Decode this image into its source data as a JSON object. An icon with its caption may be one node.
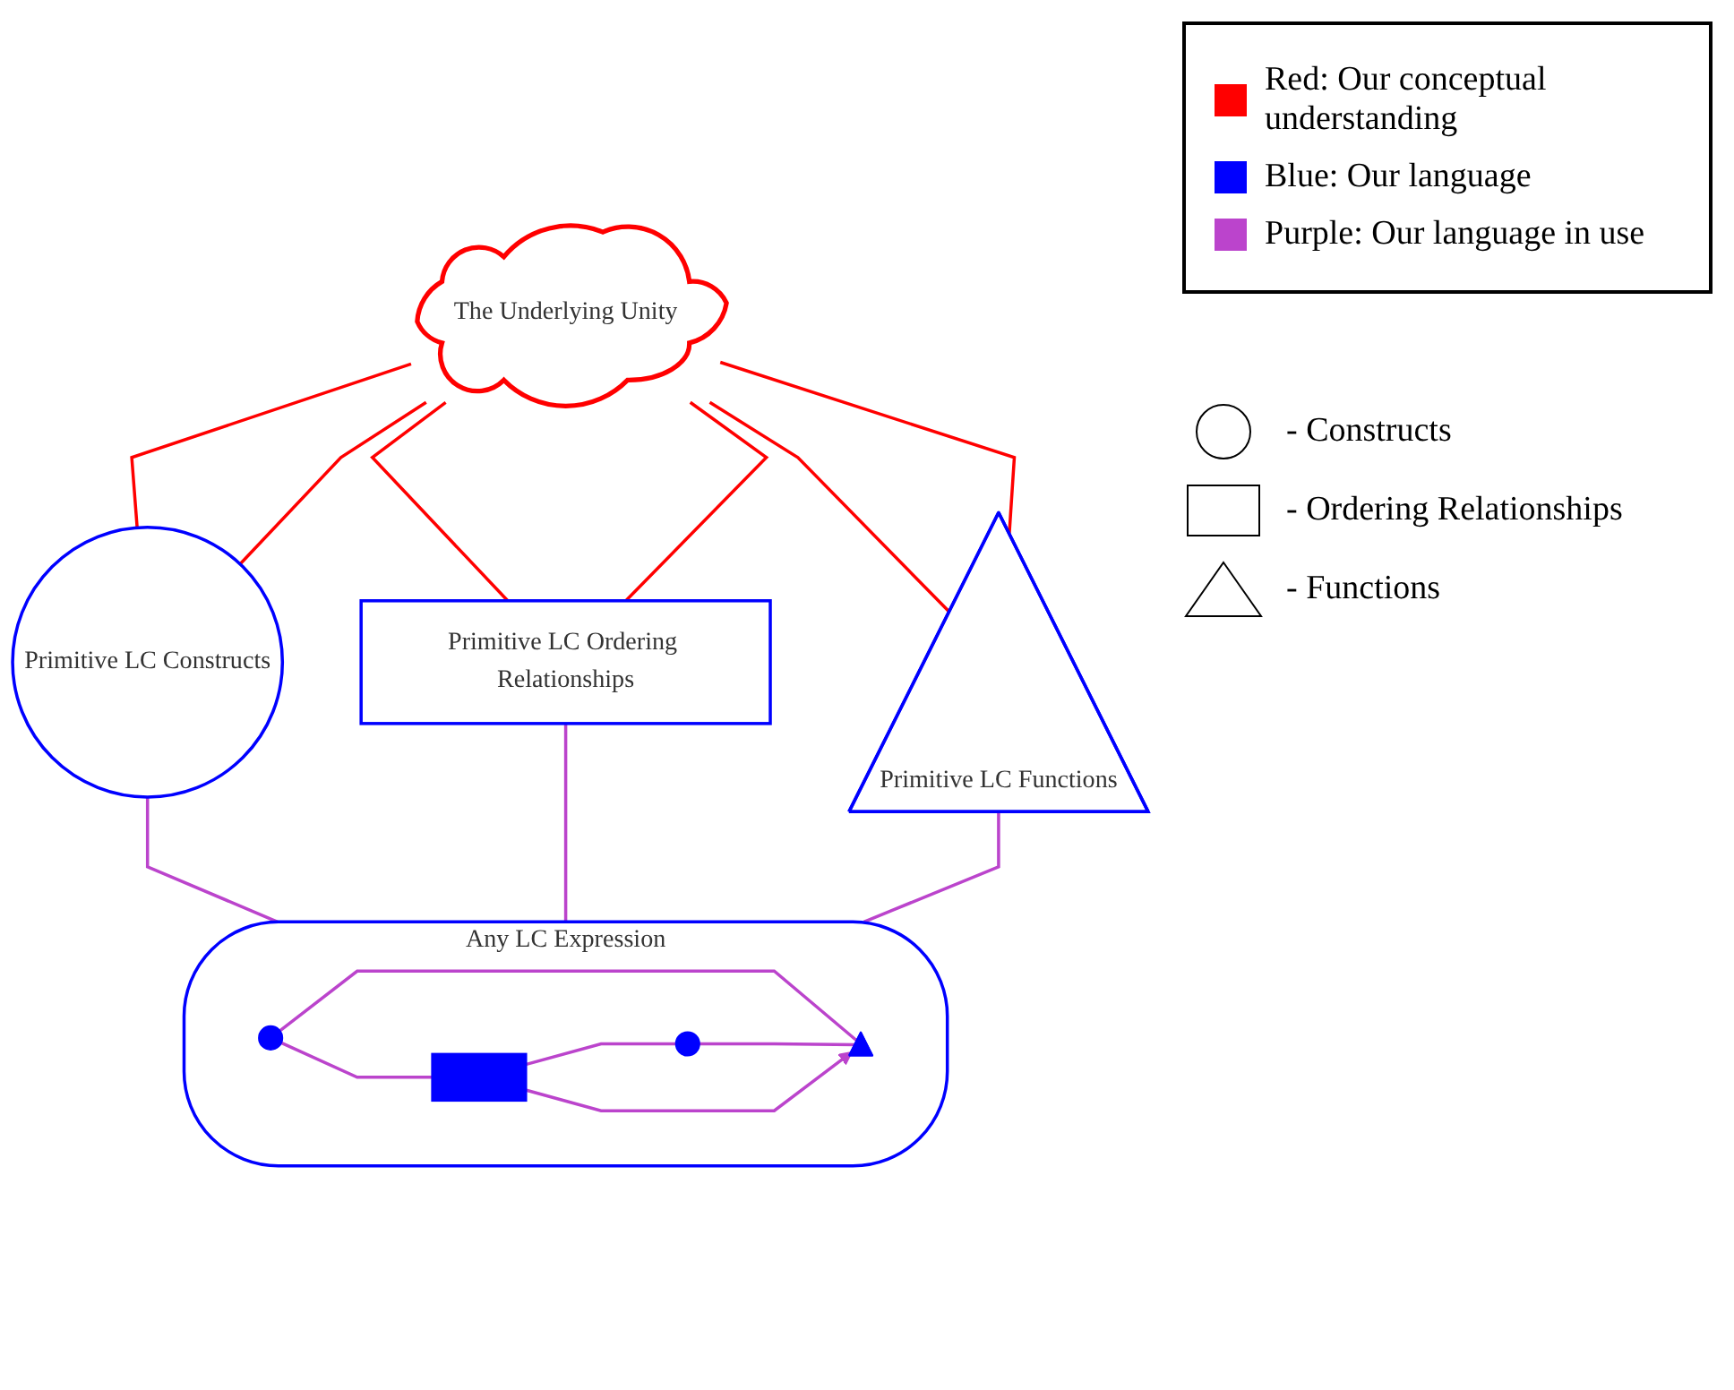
{
  "diagram": {
    "nodes": [
      {
        "text": [
          "The Underlying Unity"
        ]
      },
      {
        "text": [
          "Primitive LC Constructs"
        ]
      },
      {
        "text": [
          "Primitive LC Ordering Relationships"
        ]
      },
      {
        "text": [
          "Primitive LC Functions"
        ]
      },
      {
        "text": [
          "Any LC Expression"
        ]
      },
      {
        "text": [],
        "shape": "triangle",
        "in": 4
      },
      {
        "text": [],
        "shape": "circle",
        "in": 4
      },
      {
        "text": [],
        "shape": "box",
        "in": 4
      },
      {
        "text": [],
        "shape": "circle",
        "in": 4
      }
    ],
    "edges": [
      {
        "from": 0,
        "to": 1,
        "arrow": "none",
        "color": "#ff0000"
      },
      {
        "from": 0,
        "to": 1,
        "arrow": "none",
        "color": "#ff0000"
      },
      {
        "from": 0,
        "to": 2,
        "arrow": "none",
        "color": "#ff0000"
      },
      {
        "from": 0,
        "to": 2,
        "arrow": "none",
        "color": "#ff0000"
      },
      {
        "from": 0,
        "to": 3,
        "arrow": "none",
        "color": "#ff0000"
      },
      {
        "from": 0,
        "to": 3,
        "arrow": "none",
        "color": "#ff0000"
      },
      {
        "from": 1,
        "to": 4,
        "arrow": "none"
      },
      {
        "from": 2,
        "to": 4,
        "arrow": "none"
      },
      {
        "from": 3,
        "to": 4,
        "arrow": "none"
      },
      {
        "from": 6,
        "to": 5,
        "arrow": "none"
      },
      {
        "from": 8,
        "to": 5,
        "arrow": "none"
      },
      {
        "from": 7,
        "to": 5,
        "arrow": "to"
      },
      {
        "from": 6,
        "to": 7,
        "arrow": "none"
      },
      {
        "from": 7,
        "to": 8,
        "arrow": "none"
      }
    ],
    "legend": [
      {
        "text": "Red: Our conceptual understanding",
        "color": "#ff0000"
      },
      {
        "text": "Blue: Our language",
        "color": "#0000ff"
      },
      {
        "text": "Purple: Our language in use",
        "color": "#bb44cc"
      },
      {
        "text": "- Constructs"
      },
      {
        "text": "- Ordering Relationships"
      },
      {
        "text": "- Functions"
      }
    ]
  }
}
